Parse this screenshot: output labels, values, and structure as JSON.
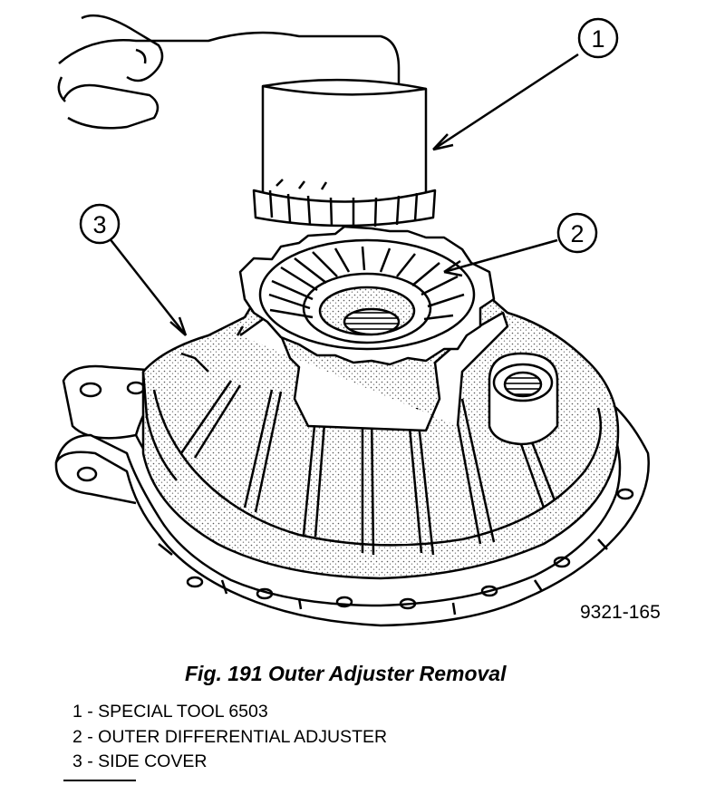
{
  "figure": {
    "code": "9321-165",
    "callouts": [
      {
        "number": "1"
      },
      {
        "number": "2"
      },
      {
        "number": "3"
      }
    ]
  },
  "caption": {
    "title": "Fig. 191 Outer Adjuster Removal"
  },
  "legend": {
    "items": [
      {
        "text": "1 - SPECIAL TOOL 6503"
      },
      {
        "text": "2 - OUTER DIFFERENTIAL ADJUSTER"
      },
      {
        "text": "3 - SIDE COVER"
      }
    ]
  },
  "colors": {
    "ink": "#000000",
    "background": "#ffffff",
    "stipple": "#8a8a8a"
  }
}
